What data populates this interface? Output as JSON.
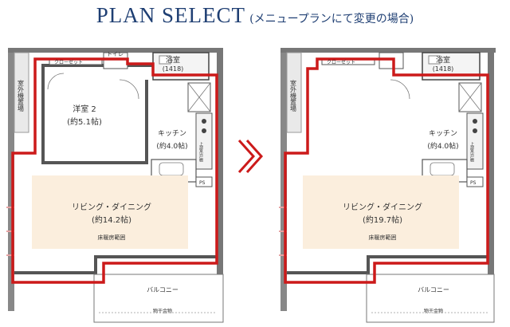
{
  "title": {
    "main": "PLAN SELECT",
    "sub": "(メニュープランにて変更の場合)"
  },
  "colors": {
    "title": "#1f3f73",
    "boundary": "#cc1a1a",
    "living_floor": "#fbeedd",
    "arrow": "#cc1a1a"
  },
  "plans": [
    {
      "closet": "クローゼット",
      "toilet": "トイレ",
      "bath": "浴室",
      "bath_size": "(1418)",
      "outdoor_unit": "室外機置場",
      "western_room": "洋室 2",
      "western_room_area": "(約5.1帖)",
      "kitchen": "キッチン",
      "kitchen_area": "(約4.0帖)",
      "storage": "上部吊戸棚",
      "ps": "PS",
      "living": "リビング・ダイニング",
      "living_area": "(約14.2帖)",
      "floor_heating": "床暖房範囲",
      "balcony": "バルコニー",
      "drying_rack": "物干金物"
    },
    {
      "closet": "クローゼット",
      "bath": "浴室",
      "bath_size": "(1418)",
      "outdoor_unit": "室外機置場",
      "kitchen": "キッチン",
      "kitchen_area": "(約4.0帖)",
      "storage": "上部吊戸棚",
      "ps": "PS",
      "living": "リビング・ダイニング",
      "living_area": "(約19.7帖)",
      "floor_heating": "床暖房範囲",
      "balcony": "バルコニー",
      "drying_rack": "物干金物"
    }
  ]
}
